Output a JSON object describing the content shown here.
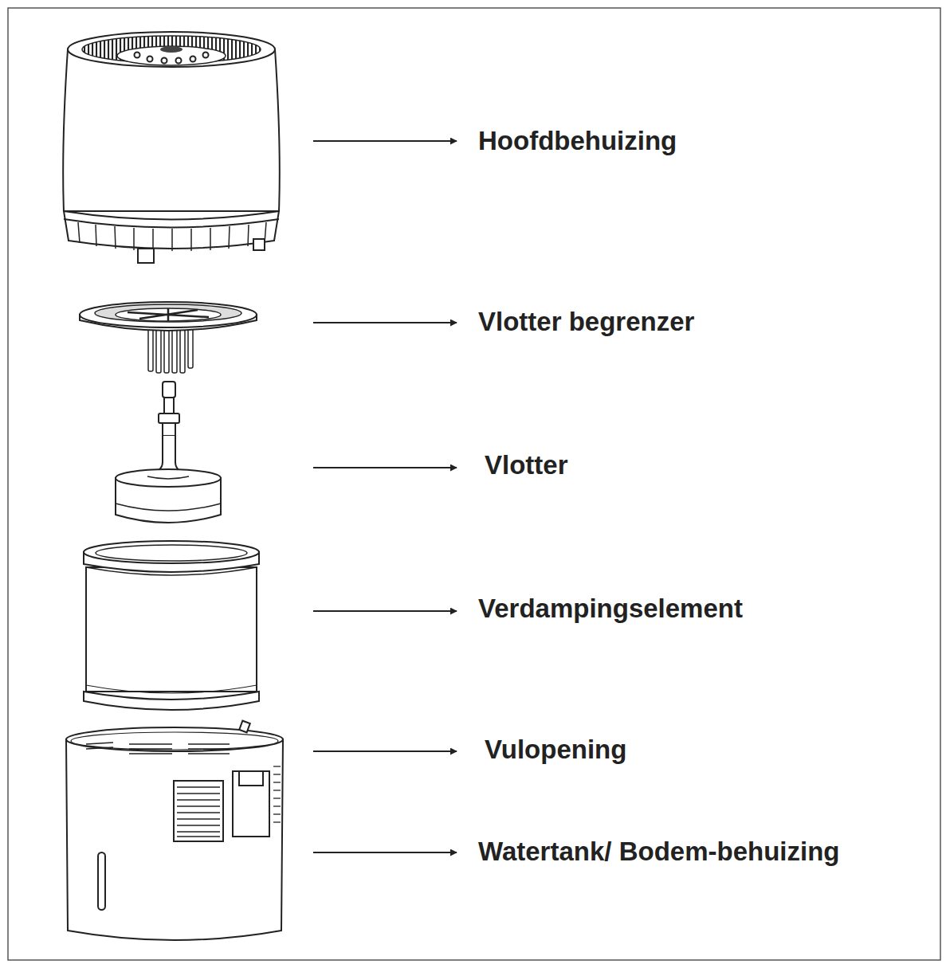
{
  "diagram": {
    "labels": [
      "Hoofdbehuizing",
      "Vlotter begrenzer",
      "Vlotter",
      "Verdampingselement",
      "Vulopening",
      "Watertank/ Bodem-behuizing"
    ]
  }
}
